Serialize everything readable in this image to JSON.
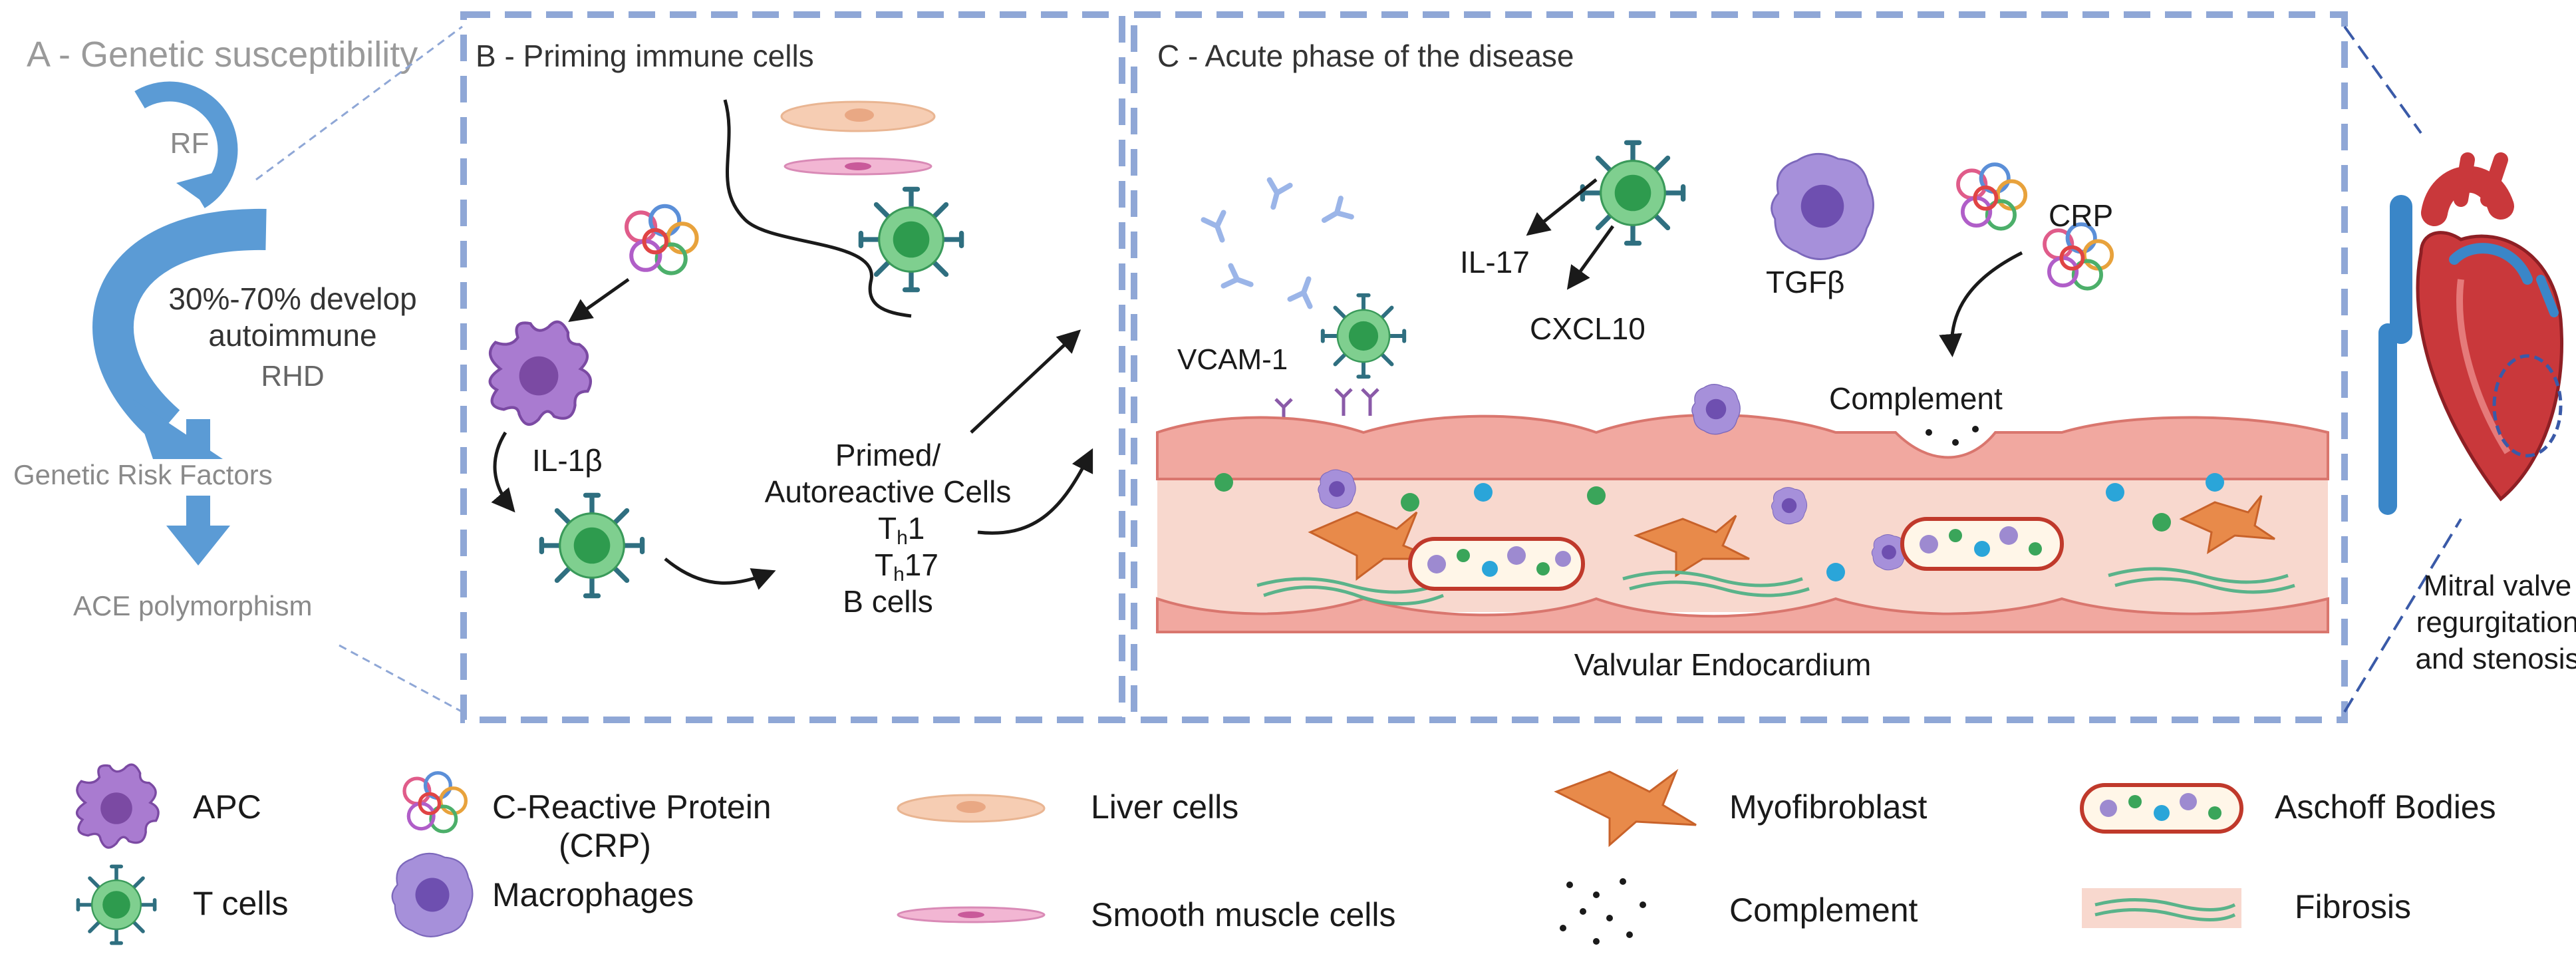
{
  "panel_a": {
    "title": "A - Genetic susceptibility",
    "rf": "RF",
    "develop_line1": "30%-70% develop",
    "develop_line2": "autoimmune",
    "rhd": "RHD",
    "risk": "Genetic Risk  Factors",
    "ace": "ACE polymorphism"
  },
  "panel_b": {
    "title": "B - Priming immune cells",
    "il1b": "IL-1β",
    "primed1": "Primed/",
    "primed2": "Autoreactive Cells",
    "th1": "T",
    "th1_sub": "h",
    "th1_num": "1",
    "th17": "T",
    "th17_sub": "h",
    "th17_num": "17",
    "bcells": "B cells"
  },
  "panel_c": {
    "title": "C - Acute phase of the disease",
    "il17": "IL-17",
    "cxcl10": "CXCL10",
    "tgfb": "TGFβ",
    "crp": "CRP",
    "vcam": "VCAM-1",
    "complement": "Complement",
    "endocardium": "Valvular Endocardium"
  },
  "heart": {
    "line1": "Mitral valve",
    "line2": "regurgitation",
    "line3": "and stenosis"
  },
  "legend": {
    "apc": "APC",
    "tcells": "T cells",
    "crp1": "C-Reactive Protein",
    "crp2": "(CRP)",
    "macro": "Macrophages",
    "liver": "Liver cells",
    "smooth": "Smooth muscle cells",
    "myo": "Myofibroblast",
    "complement": "Complement",
    "aschoff": "Aschoff Bodies",
    "fibrosis": "Fibrosis"
  },
  "colors": {
    "dashed_border": "#8fa7d6",
    "arrow_blue": "#5b9bd5",
    "apc_purple": "#9b6bbf",
    "tcell_green": "#3aa55a",
    "tcell_spike": "#2f6f80",
    "macrophage": "#9d8ad0",
    "tissue_pink": "#f6c7bd",
    "endothelium": "#e88a84",
    "heart_red": "#c9383b",
    "aschoff_border": "#c0392b"
  }
}
